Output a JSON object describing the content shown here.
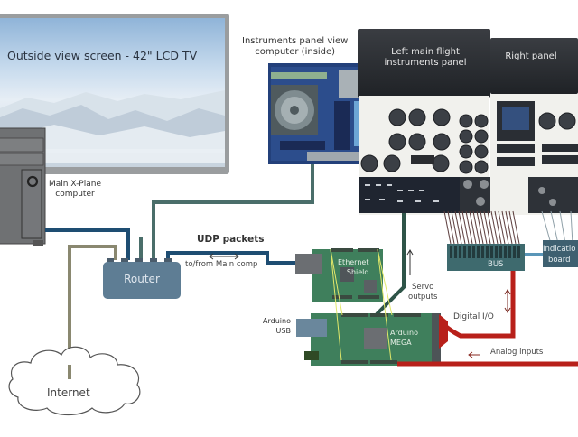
{
  "diagram": {
    "title": "Home flight simulator hardware network",
    "nodes": {
      "outside_screen": {
        "label": "Outside view screen - 42\" LCD TV"
      },
      "main_computer": {
        "label_line1": "Main X-Plane",
        "label_line2": "computer"
      },
      "instruments_computer": {
        "label_line1": "Instruments panel view",
        "label_line2": "computer (inside)"
      },
      "left_panel": {
        "label_line1": "Left main flight",
        "label_line2": "instruments panel"
      },
      "right_panel": {
        "label": "Right panel"
      },
      "router": {
        "label": "Router"
      },
      "internet": {
        "label": "Internet"
      },
      "ethernet_shield": {
        "label_line1": "Ethernet",
        "label_line2": "Shield"
      },
      "arduino_mega": {
        "label_line1": "Arduino",
        "label_line2": "MEGA"
      },
      "arduino_usb": {
        "label_line1": "Arduino",
        "label_line2": "USB"
      },
      "bus": {
        "label": "BUS"
      },
      "indication_board": {
        "label_line1": "Indicatio",
        "label_line2": "board"
      }
    },
    "connections": {
      "udp": {
        "label": "UDP packets",
        "sublabel": "to/from Main comp"
      },
      "servo": {
        "label_line1": "Servo",
        "label_line2": "outputs"
      },
      "digital_io": {
        "label": "Digital I/O"
      },
      "analog": {
        "label": "Analog inputs"
      }
    },
    "colors": {
      "network_blue": "#1e4d72",
      "network_teal": "#4a6e6a",
      "internet_line": "#8a8870",
      "signal_red": "#b8201a",
      "router_fill": "#5e7d94",
      "board_green": "#3f7f5c",
      "bus_fill": "#3e6a6e",
      "panel_dark": "#2b2e33"
    }
  }
}
